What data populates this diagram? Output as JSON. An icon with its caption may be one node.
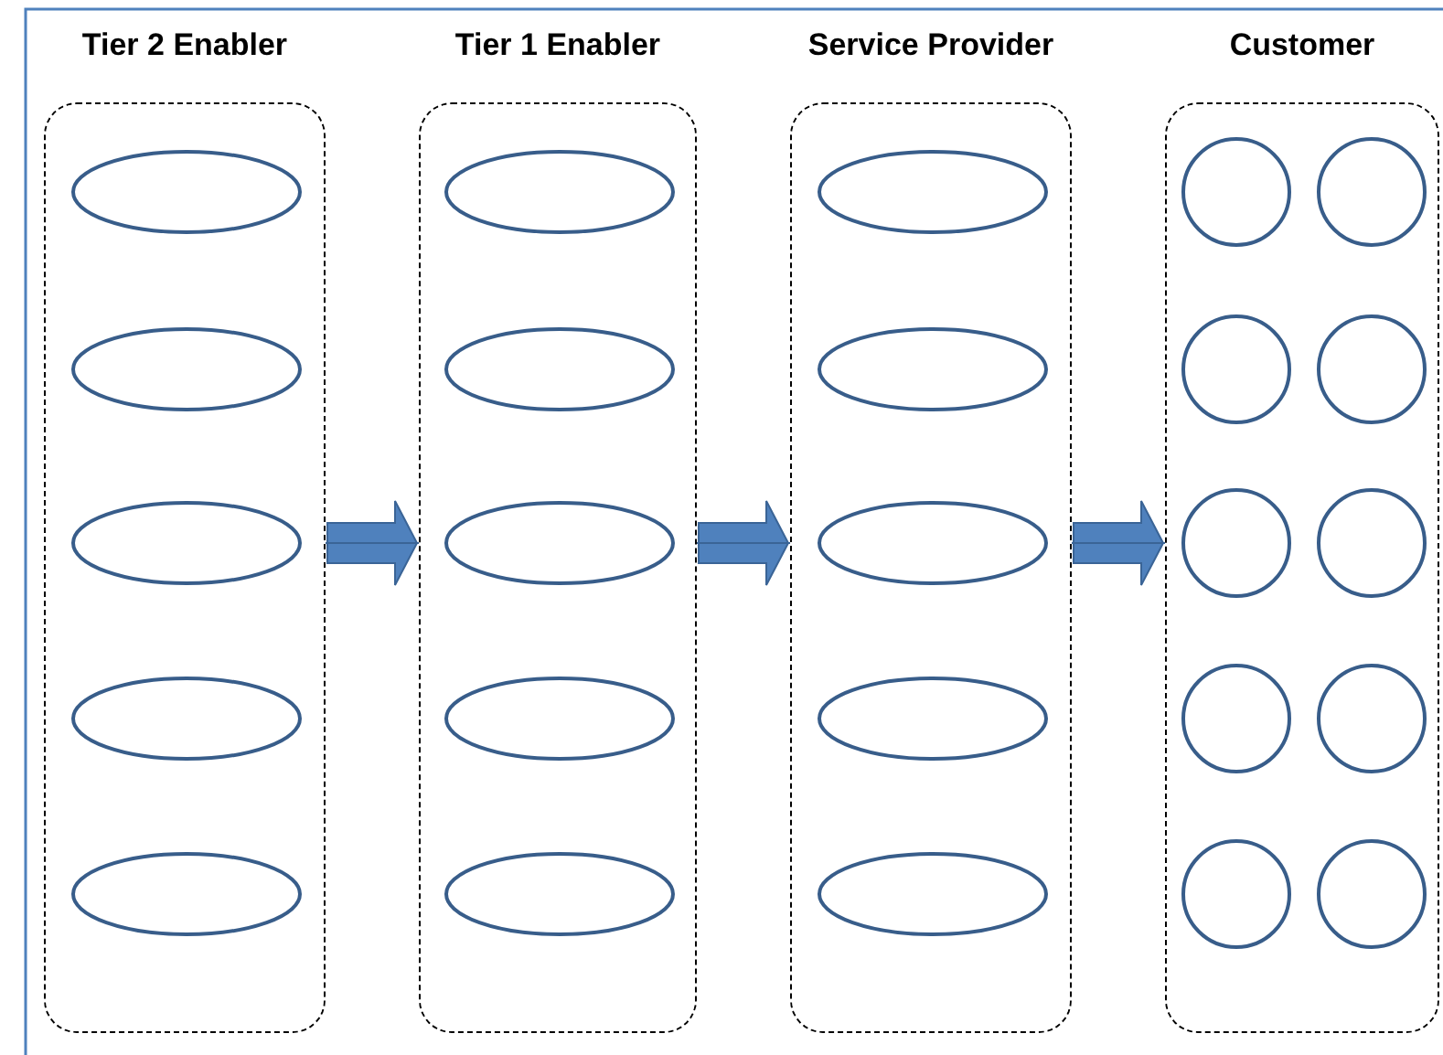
{
  "diagram": {
    "nodes": [
      {
        "text": [
          "Tier 2 Enabler"
        ]
      },
      {
        "text": [],
        "shape": "ellipse",
        "in": 0
      },
      {
        "text": [],
        "shape": "ellipse",
        "in": 0
      },
      {
        "text": [],
        "shape": "ellipse",
        "in": 0
      },
      {
        "text": [],
        "shape": "ellipse",
        "in": 0
      },
      {
        "text": [],
        "shape": "ellipse",
        "in": 0
      },
      {
        "text": [
          "Tier 1 Enabler"
        ]
      },
      {
        "text": [],
        "shape": "ellipse",
        "in": 6
      },
      {
        "text": [],
        "shape": "ellipse",
        "in": 6
      },
      {
        "text": [],
        "shape": "ellipse",
        "in": 6
      },
      {
        "text": [],
        "shape": "ellipse",
        "in": 6
      },
      {
        "text": [],
        "shape": "ellipse",
        "in": 6
      },
      {
        "text": [
          "Service Provider"
        ]
      },
      {
        "text": [],
        "shape": "ellipse",
        "in": 12
      },
      {
        "text": [],
        "shape": "ellipse",
        "in": 12
      },
      {
        "text": [],
        "shape": "ellipse",
        "in": 12
      },
      {
        "text": [],
        "shape": "ellipse",
        "in": 12
      },
      {
        "text": [],
        "shape": "ellipse",
        "in": 12
      },
      {
        "text": [
          "Customer"
        ]
      },
      {
        "text": [],
        "shape": "circle",
        "in": 18
      },
      {
        "text": [],
        "shape": "circle",
        "in": 18
      },
      {
        "text": [],
        "shape": "circle",
        "in": 18
      },
      {
        "text": [],
        "shape": "circle",
        "in": 18
      },
      {
        "text": [],
        "shape": "circle",
        "in": 18
      },
      {
        "text": [],
        "shape": "circle",
        "in": 18
      },
      {
        "text": [],
        "shape": "circle",
        "in": 18
      },
      {
        "text": [],
        "shape": "circle",
        "in": 18
      },
      {
        "text": [],
        "shape": "circle",
        "in": 18
      },
      {
        "text": [],
        "shape": "circle",
        "in": 18
      }
    ],
    "edges": [
      {
        "from": 0,
        "to": 6,
        "arrow": "to"
      },
      {
        "from": 6,
        "to": 12,
        "arrow": "to"
      },
      {
        "from": 12,
        "to": 18,
        "arrow": "to"
      }
    ]
  }
}
